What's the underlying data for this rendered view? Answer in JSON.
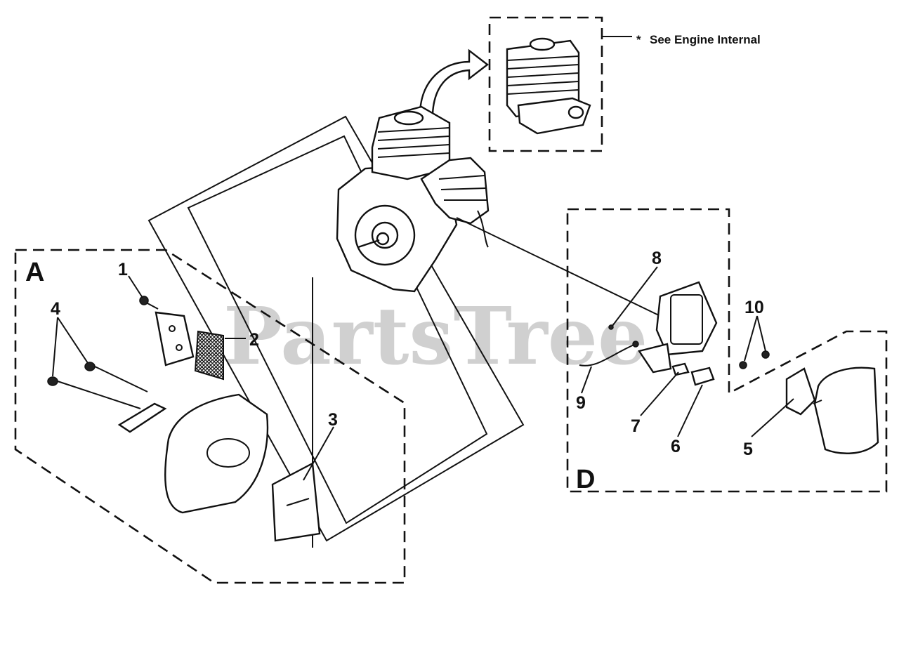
{
  "watermark": "PartsTree",
  "note": {
    "star": "*",
    "text": "See Engine Internal"
  },
  "sections": {
    "a": "A",
    "d": "D"
  },
  "callouts": {
    "c1": "1",
    "c2": "2",
    "c3": "3",
    "c4": "4",
    "c5": "5",
    "c6": "6",
    "c7": "7",
    "c8": "8",
    "c9": "9",
    "c10": "10"
  },
  "colors": {
    "line": "#111111",
    "background": "#ffffff",
    "watermark": "#bdbdbd"
  }
}
